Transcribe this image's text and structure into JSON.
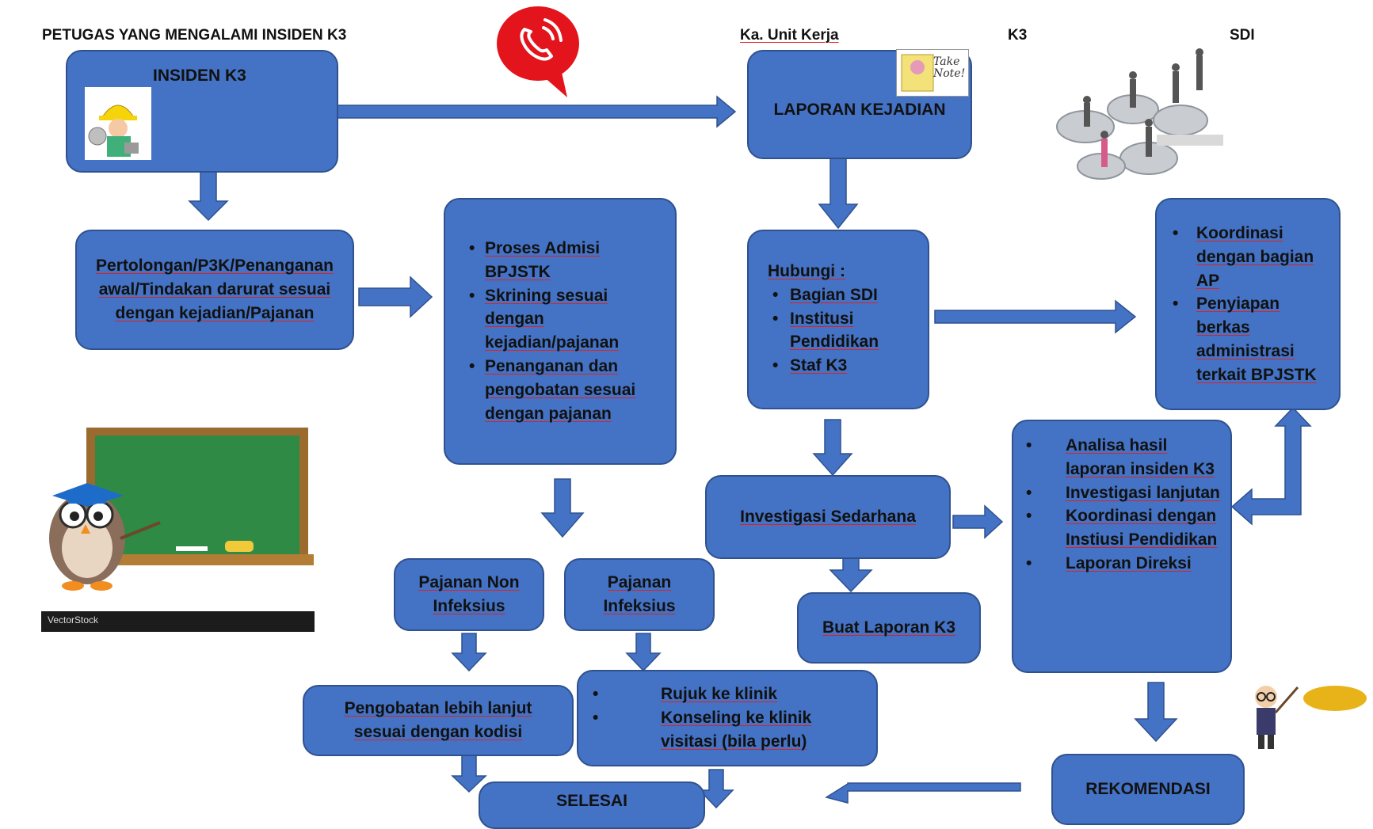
{
  "headers": {
    "petugas": "PETUGAS YANG MENGALAMI INSIDEN K3",
    "ka_unit": "Ka. Unit Kerja",
    "k3": "K3",
    "sdi": "SDI"
  },
  "boxes": {
    "insiden": "INSIDEN K3",
    "laporan_kejadian": "LAPORAN KEJADIAN",
    "pertolongan": "Pertolongan/P3K/Penanganan awal/Tindakan darurat sesuai dengan kejadian/Pajanan",
    "proses": {
      "items": [
        "Proses Admisi BPJSTK",
        "Skrining sesuai dengan kejadian/pajanan",
        "Penanganan dan pengobatan sesuai dengan pajanan"
      ]
    },
    "hubungi": {
      "title": "Hubungi :",
      "items": [
        "Bagian SDI",
        "Institusi Pendidikan",
        "Staf K3"
      ]
    },
    "koordinasi": {
      "items": [
        "Koordinasi dengan bagian AP",
        "Penyiapan berkas administrasi terkait BPJSTK"
      ]
    },
    "investigasi_sedarhana": "Investigasi Sedarhana",
    "analisa": {
      "items": [
        "Analisa hasil laporan insiden K3",
        "Investigasi lanjutan",
        "Koordinasi dengan Instiusi Pendidikan",
        "Laporan Direksi"
      ]
    },
    "buat_laporan": "Buat Laporan K3",
    "pajanan_non": "Pajanan Non Infeksius",
    "pajanan_inf": "Pajanan Infeksius",
    "pengobatan": "Pengobatan lebih lanjut sesuai dengan kodisi",
    "rujuk": {
      "items": [
        "Rujuk ke klinik",
        "Konseling ke klinik visitasi (bila perlu)"
      ]
    },
    "selesai": "SELESAI",
    "rekomendasi": "REKOMENDASI"
  },
  "decorations": {
    "take_note": "Take Note!",
    "vectorstock": "VectorStock",
    "arrow_color": "#4472c4",
    "box_color": "#4472c4",
    "phone_color": "#e3141b",
    "board_color": "#2f8a45"
  }
}
